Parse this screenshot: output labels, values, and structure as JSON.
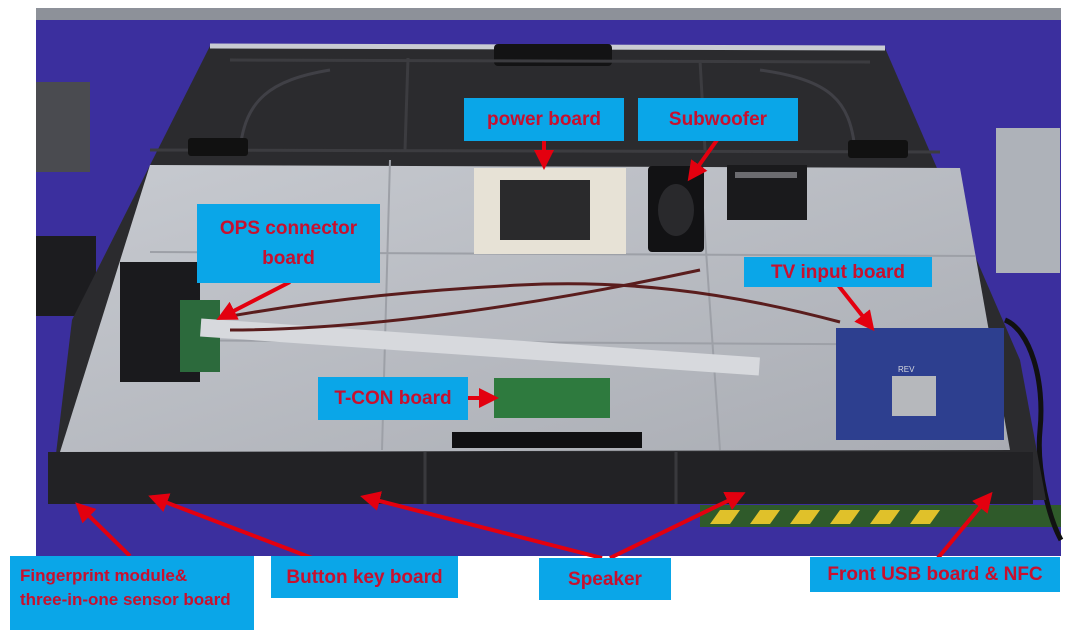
{
  "photo": {
    "subject": "disassembled-display-rear-panel",
    "colors": {
      "background": "#ffffff",
      "tablecloth": "#3b2f9e",
      "chassis": "#2b2b2e",
      "back_plate": "#b9bcc2",
      "label_fill": "#0aa6e8",
      "label_text": "#c8102e",
      "arrow": "#e3000f"
    }
  },
  "labels": {
    "power_board": "power board",
    "subwoofer": "Subwoofer",
    "ops_connector_board": "OPS connector board",
    "tv_input_board": "TV input board",
    "tcon_board": "T-CON board",
    "fingerprint_module_line1": "Fingerprint module&",
    "fingerprint_module_line2": "three-in-one sensor board",
    "button_key_board": "Button key board",
    "speaker": "Speaker",
    "front_usb_board": "Front USB board & NFC"
  },
  "board_prints": {
    "chip_label": "REV"
  }
}
